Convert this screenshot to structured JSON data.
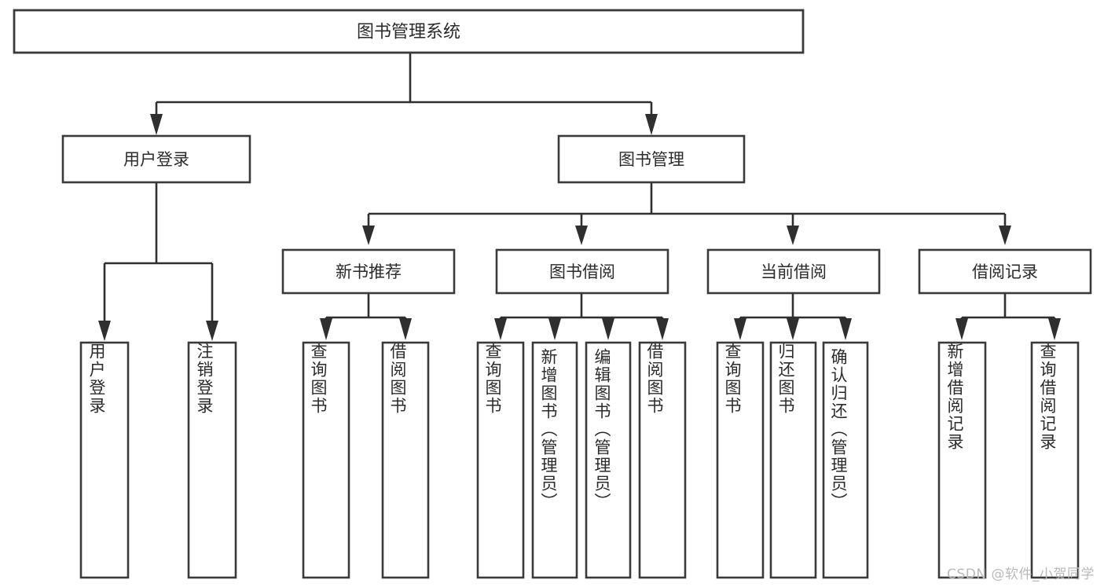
{
  "diagram": {
    "title": "图书管理系统",
    "type": "tree-hierarchy-chart",
    "watermark": "CSDN @软件_小贺同学",
    "colors": {
      "box_stroke": "#3a3a3a",
      "connector": "#2f2f2f",
      "text": "#2b2b2b",
      "background": "#ffffff",
      "watermark": "#b9b9b9"
    },
    "root": {
      "id": "root",
      "label": "图书管理系统",
      "orientation": "horizontal"
    },
    "level2": [
      {
        "id": "user-login",
        "label": "用户登录",
        "orientation": "horizontal"
      },
      {
        "id": "book-manage",
        "label": "图书管理",
        "orientation": "horizontal"
      }
    ],
    "level3": [
      {
        "id": "new-book-recommend",
        "label": "新书推荐",
        "parent": "book-manage",
        "orientation": "horizontal"
      },
      {
        "id": "book-borrow",
        "label": "图书借阅",
        "parent": "book-manage",
        "orientation": "horizontal"
      },
      {
        "id": "current-borrow",
        "label": "当前借阅",
        "parent": "book-manage",
        "orientation": "horizontal"
      },
      {
        "id": "borrow-record",
        "label": "借阅记录",
        "parent": "book-manage",
        "orientation": "horizontal"
      }
    ],
    "leaves": [
      {
        "id": "leaf-user-login",
        "label": "用户登录",
        "parent": "user-login",
        "orientation": "vertical",
        "align": "center"
      },
      {
        "id": "leaf-logout-login",
        "label": "注销登录",
        "parent": "user-login",
        "orientation": "vertical",
        "align": "center"
      },
      {
        "id": "leaf-query-book-1",
        "label": "查询图书",
        "parent": "new-book-recommend",
        "orientation": "vertical",
        "align": "center"
      },
      {
        "id": "leaf-borrow-book-1",
        "label": "借阅图书",
        "parent": "new-book-recommend",
        "orientation": "vertical",
        "align": "center"
      },
      {
        "id": "leaf-query-book-2",
        "label": "查询图书",
        "parent": "book-borrow",
        "orientation": "vertical",
        "align": "center"
      },
      {
        "id": "leaf-add-book",
        "label": "新增图书（管理员）",
        "parent": "book-borrow",
        "orientation": "vertical",
        "align": "top"
      },
      {
        "id": "leaf-edit-book",
        "label": "编辑图书（管理员）",
        "parent": "book-borrow",
        "orientation": "vertical",
        "align": "top"
      },
      {
        "id": "leaf-borrow-book-2",
        "label": "借阅图书",
        "parent": "book-borrow",
        "orientation": "vertical",
        "align": "center"
      },
      {
        "id": "leaf-query-book-3",
        "label": "查询图书",
        "parent": "current-borrow",
        "orientation": "vertical",
        "align": "center"
      },
      {
        "id": "leaf-return-book",
        "label": "归还图书",
        "parent": "current-borrow",
        "orientation": "vertical",
        "align": "center"
      },
      {
        "id": "leaf-confirm-return",
        "label": "确认归还（管理员）",
        "parent": "current-borrow",
        "orientation": "vertical",
        "align": "top"
      },
      {
        "id": "leaf-add-record",
        "label": "新增借阅记录",
        "parent": "borrow-record",
        "orientation": "vertical",
        "align": "center"
      },
      {
        "id": "leaf-query-record",
        "label": "查询借阅记录",
        "parent": "borrow-record",
        "orientation": "vertical",
        "align": "center"
      }
    ]
  }
}
